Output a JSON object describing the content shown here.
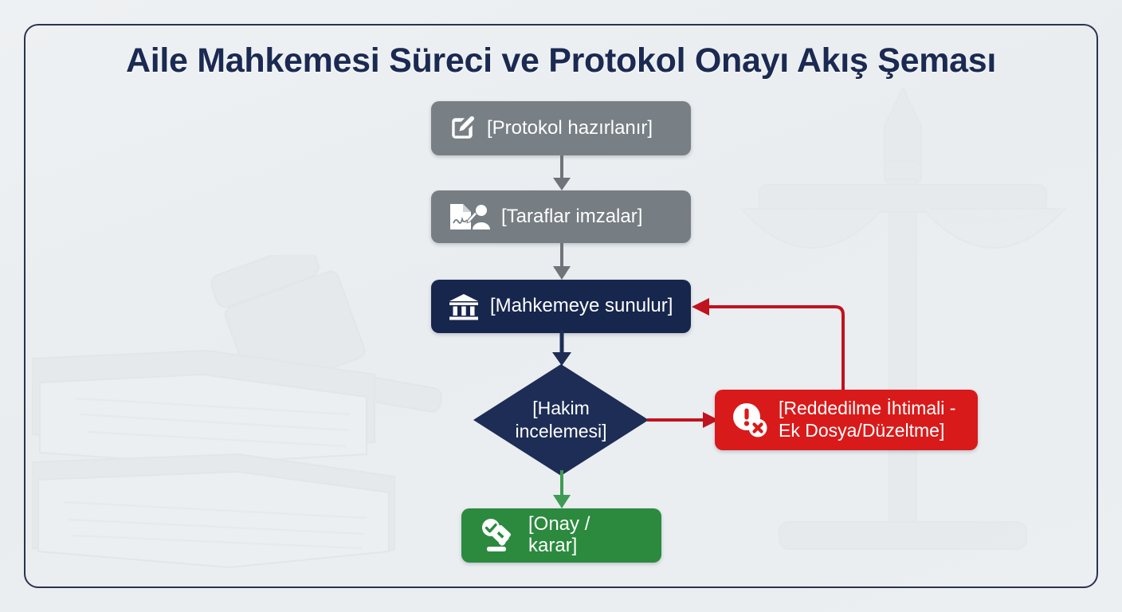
{
  "title": "Aile Mahkemesi Süreci ve Protokol Onayı Akış Şeması",
  "colors": {
    "frame_border": "#2b3350",
    "title_text": "#1b2a52",
    "background": "#eceff1",
    "step_gray": "#787f85",
    "court_navy": "#17264d",
    "decision_navy": "#1d2d55",
    "reject_red": "#d91a1a",
    "approve_green": "#2b8a3e",
    "arrow_gray": "#6e7479",
    "arrow_navy": "#1d2d55",
    "arrow_green": "#3f9b54",
    "arrow_red": "#c1121f"
  },
  "nodes": {
    "prepare": {
      "label": "[Protokol hazırlanır]",
      "icon": "pencil-square-icon",
      "color": "#787f85"
    },
    "sign": {
      "label": "[Taraflar imzalar]",
      "icon": "signed-document-person-icon",
      "color": "#767d83"
    },
    "submit": {
      "label": "[Mahkemeye sunulur]",
      "icon": "courthouse-icon",
      "color": "#17264d"
    },
    "decision": {
      "label": "[Hakim\nincelemesi]",
      "icon": "diamond-decision",
      "color": "#1d2d55"
    },
    "reject": {
      "label": "[Reddedilme İhtimali -\nEk Dosya/Düzeltme]",
      "icon": "alert-error-icon",
      "color": "#d91a1a"
    },
    "approve": {
      "label": "[Onay / karar]",
      "icon": "check-gavel-icon",
      "color": "#2b8a3e"
    }
  },
  "connectors": {
    "prepare_to_sign": {
      "name": "arrow-down-gray",
      "color": "#6e7479"
    },
    "sign_to_submit": {
      "name": "arrow-down-gray",
      "color": "#6e7479"
    },
    "submit_to_decision": {
      "name": "arrow-down-navy",
      "color": "#1d2d55"
    },
    "decision_to_approve": {
      "name": "arrow-down-green",
      "color": "#3f9b54"
    },
    "decision_to_reject": {
      "name": "arrow-right-red",
      "color": "#c1121f"
    },
    "reject_to_submit": {
      "name": "feedback-loop-red",
      "color": "#c1121f"
    }
  },
  "watermarks": {
    "left": "law-books-gavel-watermark",
    "right": "scales-of-justice-watermark"
  }
}
